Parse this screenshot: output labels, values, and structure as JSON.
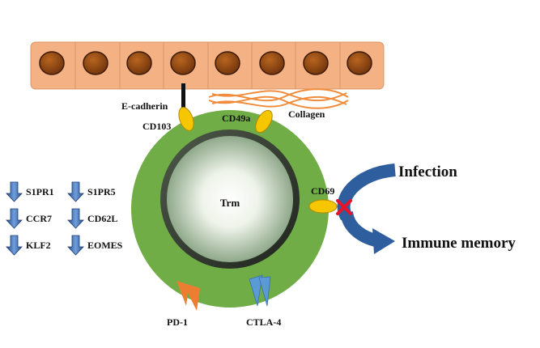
{
  "labels": {
    "e_cadherin": "E-cadherin",
    "cd103": "CD103",
    "cd49a": "CD49a",
    "collagen": "Collagen",
    "trm": "Trm",
    "cd69": "CD69",
    "infection": "Infection",
    "immune_memory": "Immune memory",
    "pd1": "PD-1",
    "ctla4": "CTLA-4"
  },
  "downregulated_genes": [
    "S1PR1",
    "S1PR5",
    "CCR7",
    "CD62L",
    "KLF2",
    "EOMES"
  ],
  "icons": {
    "down_arrow": "down-arrow-icon",
    "block": "red-x-icon"
  },
  "colors": {
    "epithelium": "#f4b183",
    "epithelium_border": "#d99866",
    "nucleus": "#8b4513",
    "cell_green": "#70ad47",
    "receptor_yellow": "#f6c700",
    "pd1_orange": "#ed7d31",
    "ctla4_blue": "#5b9bd5",
    "arrow_blue": "#2e5e9e",
    "block_red": "#e8132b"
  }
}
